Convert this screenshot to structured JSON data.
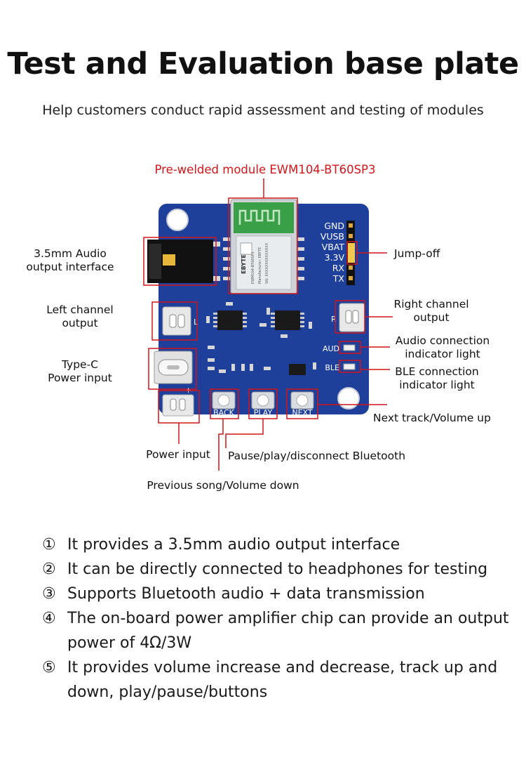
{
  "header": {
    "title": "Test and Evaluation base plate",
    "subtitle": "Help customers conduct rapid assessment and testing of modules"
  },
  "callouts": {
    "module": "Pre-welded module EWM104-BT60SP3",
    "audio_jack_1": "3.5mm Audio",
    "audio_jack_2": "output interface",
    "left_channel_1": "Left channel",
    "left_channel_2": "output",
    "typec_1": "Type-C",
    "typec_2": "Power input",
    "jump_off": "Jump-off",
    "right_channel_1": "Right channel",
    "right_channel_2": "output",
    "aud_light_1": "Audio connection",
    "aud_light_2": "indicator light",
    "ble_light_1": "BLE connection",
    "ble_light_2": "indicator light",
    "next": "Next track/Volume up",
    "power_input": "Power input",
    "play": "Pause/play/disconnect Bluetooth",
    "back": "Previous song/Volume down"
  },
  "board": {
    "pins": [
      "GND",
      "VUSB",
      "VBAT",
      "3.3V",
      "RX",
      "TX"
    ],
    "aud": "AUD",
    "ble": "BLE",
    "l": "L",
    "r": "R",
    "minus": "-",
    "plus": "+",
    "back_btn": "BACK",
    "play_btn": "PLAY",
    "next_btn": "NEXT",
    "module_brand": "EBYTE",
    "module_model": "EWM104-BT60SP3",
    "module_mfr": "Manufacturer: EBYTE",
    "module_sn": "SN: XXXXXXXXXXXXXX"
  },
  "features": [
    {
      "num": "①",
      "text": "It provides a 3.5mm audio output interface"
    },
    {
      "num": "②",
      "text": "It can be directly connected to headphones for testing"
    },
    {
      "num": "③",
      "text": "Supports Bluetooth audio + data transmission"
    },
    {
      "num": "④",
      "text": "The on-board power amplifier chip can provide an output power of 4Ω/3W"
    },
    {
      "num": "⑤",
      "text": "It provides volume increase and decrease, track up and down, play/pause/buttons"
    }
  ],
  "colors": {
    "pcb": "#1e3f9a",
    "callout": "#d0171b",
    "module_green": "#3aa048"
  }
}
